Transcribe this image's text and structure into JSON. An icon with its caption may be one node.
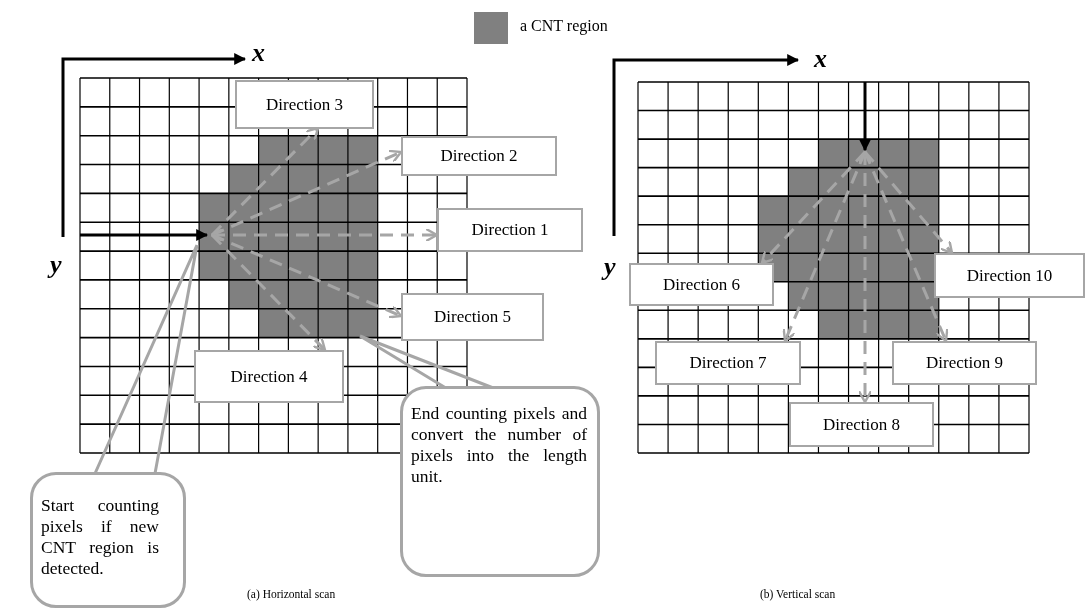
{
  "diagram": {
    "nodes": [
      {
        "text": [
          "Direction 3"
        ]
      },
      {
        "text": [
          "Direction 2"
        ]
      },
      {
        "text": [
          "Direction 1"
        ]
      },
      {
        "text": [
          "Direction 5"
        ]
      },
      {
        "text": [
          "Direction 4"
        ]
      },
      {
        "text": [
          "Start counting pixels if new CNT region is detected."
        ]
      },
      {
        "text": [
          "End counting pixels and convert the number of pixels into the length unit."
        ]
      },
      {
        "text": [
          "Direction 6"
        ]
      },
      {
        "text": [
          "Direction 10"
        ]
      },
      {
        "text": [
          "Direction 7"
        ]
      },
      {
        "text": [
          "Direction 9"
        ]
      },
      {
        "text": [
          "Direction 8"
        ]
      }
    ],
    "edges": [
      {
        "from": null,
        "to": 0,
        "arrow": "to",
        "style": "dashed"
      },
      {
        "from": null,
        "to": 1,
        "arrow": "to",
        "style": "dashed"
      },
      {
        "from": null,
        "to": 2,
        "arrow": "both",
        "style": "dashed"
      },
      {
        "from": null,
        "to": 3,
        "arrow": "to",
        "style": "dashed"
      },
      {
        "from": null,
        "to": 4,
        "arrow": "to",
        "style": "dashed"
      },
      {
        "from": 5,
        "to": null,
        "arrow": "none"
      },
      {
        "from": 6,
        "to": null,
        "arrow": "none"
      },
      {
        "from": null,
        "to": 7,
        "arrow": "to",
        "style": "dashed"
      },
      {
        "from": null,
        "to": 9,
        "arrow": "to",
        "style": "dashed"
      },
      {
        "from": null,
        "to": 11,
        "arrow": "both",
        "style": "dashed"
      },
      {
        "from": null,
        "to": 10,
        "arrow": "to",
        "style": "dashed"
      },
      {
        "from": null,
        "to": 8,
        "arrow": "to",
        "style": "dashed"
      }
    ],
    "labels": [
      "x",
      "y",
      "x",
      "y",
      "(a) Horizontal scan",
      "(b) Vertical scan"
    ],
    "legend": [
      {
        "text": "a CNT region",
        "color": "#808080"
      }
    ]
  }
}
